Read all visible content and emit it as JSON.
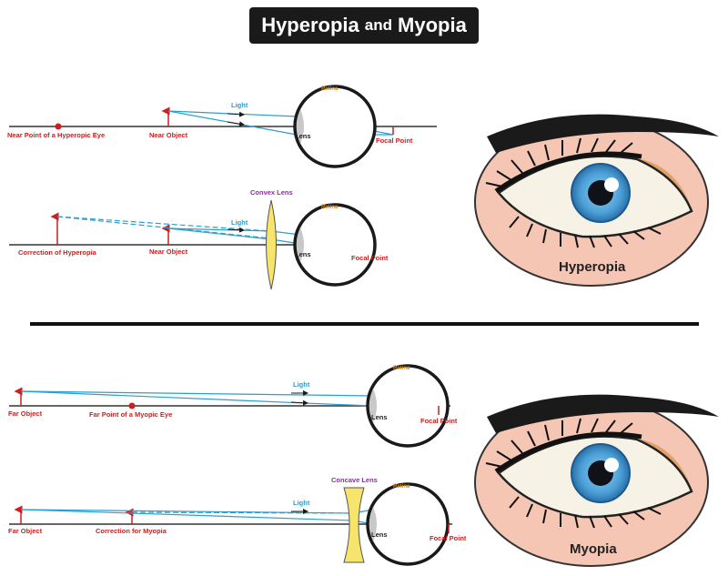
{
  "title": {
    "main1": "Hyperopia",
    "connector": "and",
    "main2": "Myopia"
  },
  "labels": {
    "retina": "Retina",
    "lens": "Lens",
    "light": "Light",
    "focal_point": "Focal Point",
    "near_object": "Near Object",
    "far_object": "Far Object",
    "near_point_hyperopic": "Near Point of a Hyperopic Eye",
    "far_point_myopic": "Far Point of a Myopic Eye",
    "correction_hyperopia": "Correction of Hyperopia",
    "correction_myopia": "Correction for Myopia",
    "convex_lens": "Convex Lens",
    "concave_lens": "Concave Lens",
    "hyperopia": "Hyperopia",
    "myopia": "Myopia"
  },
  "colors": {
    "ray": "#2a9fd0",
    "label_red": "#cc1f1f",
    "label_purple": "#8b2f9c",
    "lens_yellow": "#f7e46a",
    "skin": "#f5c6b3",
    "iris": "#4a9fd6"
  }
}
